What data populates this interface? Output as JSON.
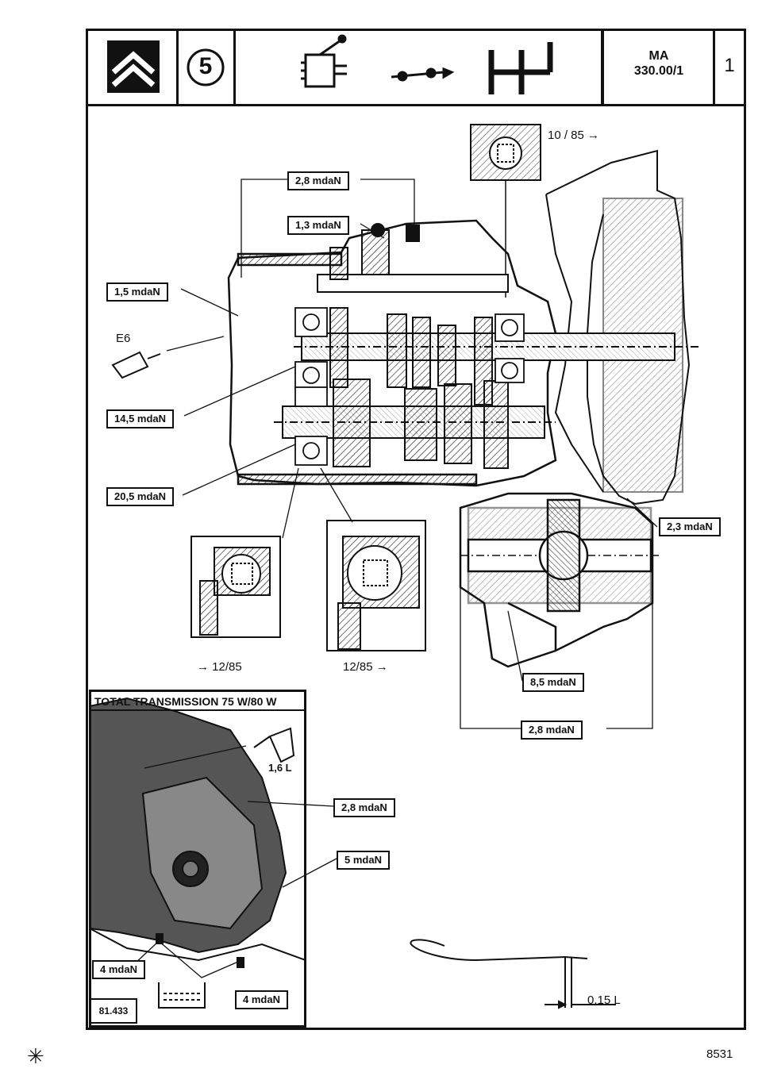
{
  "header": {
    "section_number": "5",
    "manual_ref_line1": "MA",
    "manual_ref_line2": "330.00/1",
    "page_number": "1"
  },
  "diagram": {
    "date_top": "10 / 85",
    "date_left": "12/85",
    "date_right": "12/85",
    "lubricant_code": "E6",
    "torques": {
      "t_top_1": "2,8 mdaN",
      "t_top_2": "1,3 mdaN",
      "t_left_1": "1,5 mdaN",
      "t_left_2": "14,5 mdaN",
      "t_left_3": "20,5 mdaN",
      "t_right": "2,3 mdaN",
      "t_bottom_1": "8,5 mdaN",
      "t_bottom_2": "2,8 mdaN"
    }
  },
  "lubrication": {
    "title": "TOTAL TRANSMISSION 75 W/80 W",
    "fill_volume": "1,6 L",
    "torque_a": "2,8 mdaN",
    "torque_b": "5 mdaN",
    "drain_torque_left": "4 mdaN",
    "drain_torque_right": "4 mdaN",
    "photo_id": "81.433"
  },
  "dipstick": {
    "volume": "0,15 L"
  },
  "footer": {
    "code": "8531"
  }
}
